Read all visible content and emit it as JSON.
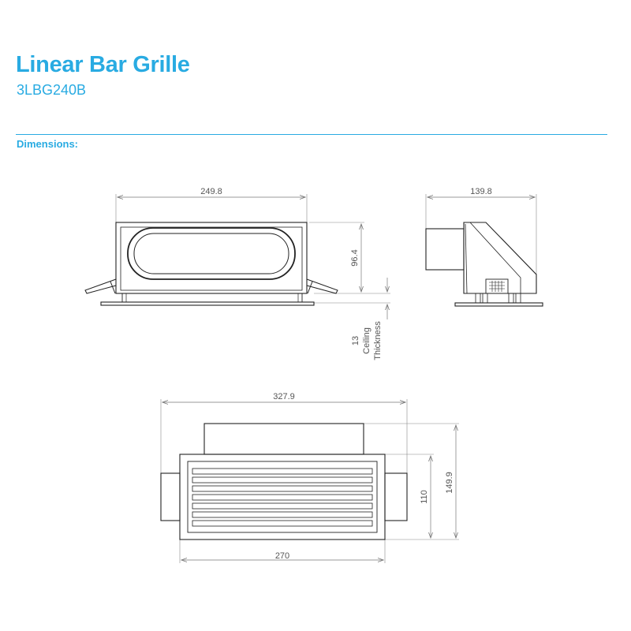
{
  "header": {
    "title": "Linear Bar Grille",
    "model": "3LBG240B",
    "section_label": "Dimensions:"
  },
  "colors": {
    "accent": "#29abe2",
    "line": "#222222",
    "dimension": "#777777"
  },
  "dimensions": {
    "front_width": "249.8",
    "front_height": "96.4",
    "side_depth": "139.8",
    "ceiling_value": "13",
    "ceiling_line1": "Ceiling",
    "ceiling_line2": "Thickness",
    "overall_width": "327.9",
    "face_width": "270",
    "face_height": "110",
    "overall_height": "149.9"
  }
}
